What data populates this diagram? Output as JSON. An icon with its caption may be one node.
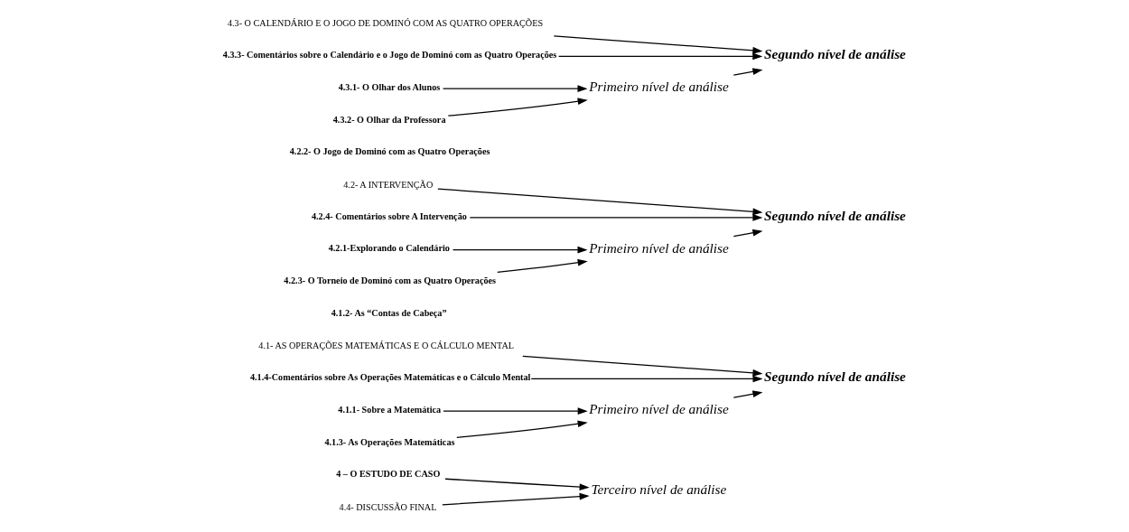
{
  "diagram": {
    "nodes": [
      {
        "text": [
          "4 – O ESTUDO DE CASO"
        ]
      },
      {
        "text": [
          "4.1- AS OPERAÇÕES MATEMÁTICAS E O CÁLCULO MENTAL"
        ]
      },
      {
        "text": [
          "4.1.1- Sobre a Matemática"
        ]
      },
      {
        "text": [
          "4.1.3- As Operações Matemáticas"
        ]
      },
      {
        "text": [
          "Primeiro nível de análise"
        ]
      },
      {
        "text": [
          "Segundo nível de análise"
        ]
      },
      {
        "text": [
          "4.1.4-Comentários sobre As Operações Matemáticas e o Cálculo Mental"
        ]
      },
      {
        "text": [
          "4.2- A INTERVENÇÃO"
        ]
      },
      {
        "text": [
          "4.2.1-Explorando o Calendário"
        ]
      },
      {
        "text": [
          "Primeiro nível de análise"
        ]
      },
      {
        "text": [
          "Segundo nível de análise"
        ]
      },
      {
        "text": [
          "4.2.3- O Torneio de Dominó com as Quatro Operações"
        ]
      },
      {
        "text": [
          "4.2.4- Comentários sobre A Intervenção"
        ]
      },
      {
        "text": [
          "4.3- O CALENDÁRIO E O JOGO DE DOMINÓ COM AS QUATRO OPERAÇÕES"
        ]
      },
      {
        "text": [
          "4.3.1- O Olhar dos Alunos"
        ]
      },
      {
        "text": [
          "Primeiro nível de análise"
        ]
      },
      {
        "text": [
          "Segundo nível de análise"
        ]
      },
      {
        "text": [
          "4.3.2- O Olhar da Professora"
        ]
      },
      {
        "text": [
          "4.3.3- Comentários sobre o Calendário e o Jogo de Dominó com as Quatro Operações"
        ]
      },
      {
        "text": [
          "4.4- DISCUSSÃO FINAL"
        ]
      },
      {
        "text": [
          "Terceiro nível de análise"
        ]
      }
    ],
    "edges": [
      {
        "from": 2,
        "to": 4,
        "arrow": "to"
      },
      {
        "from": 3,
        "to": 4,
        "arrow": "to"
      },
      {
        "from": 1,
        "to": 5,
        "arrow": "to"
      },
      {
        "from": 4,
        "to": 5,
        "arrow": "to"
      },
      {
        "from": 6,
        "to": 5,
        "arrow": "to"
      },
      {
        "from": 7,
        "to": 10,
        "arrow": "to"
      },
      {
        "from": 8,
        "to": 9,
        "arrow": "to"
      },
      {
        "from": 11,
        "to": 9,
        "arrow": "to"
      },
      {
        "from": 9,
        "to": 10,
        "arrow": "to"
      },
      {
        "from": 12,
        "to": 10,
        "arrow": "to"
      },
      {
        "from": 13,
        "to": 16,
        "arrow": "to"
      },
      {
        "from": 14,
        "to": 15,
        "arrow": "to"
      },
      {
        "from": 17,
        "to": 15,
        "arrow": "to"
      },
      {
        "from": 15,
        "to": 16,
        "arrow": "to"
      },
      {
        "from": 18,
        "to": 16,
        "arrow": "to"
      },
      {
        "from": 0,
        "to": 20,
        "arrow": "to"
      },
      {
        "from": 19,
        "to": 20,
        "arrow": "to"
      }
    ],
    "labels": [
      "4.1.2- As “Contas de Cabeça”",
      "4.2.2- O Jogo de Dominó com as Quatro Operações"
    ]
  }
}
